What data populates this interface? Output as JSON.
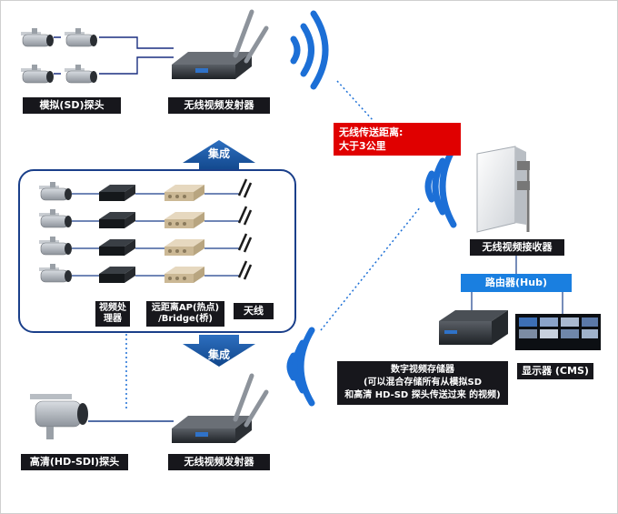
{
  "labels": {
    "analog_camera": "模拟(SD)探头",
    "transmitter_top": "无线视频发射器",
    "wireless_distance_line1": "无线传送距离:",
    "wireless_distance_line2": "大于3公里",
    "integration_top": "集成",
    "integration_bottom": "集成",
    "video_processor_line1": "视频处",
    "video_processor_line2": "理器",
    "long_range_ap_line1": "远距离AP(热点)",
    "long_range_ap_line2": "/Bridge(桥)",
    "antenna": "天线",
    "receiver": "无线视频接收器",
    "router": "路由器(Hub)",
    "storage_line1": "数字视频存储器",
    "storage_line2": "(可以混合存储所有从模拟SD",
    "storage_line3": "和高清 HD-SD 探头传送过来 的视频)",
    "display": "显示器 (CMS)",
    "hd_camera": "高清(HD-SDI)探头",
    "transmitter_bottom": "无线视频发射器"
  },
  "colors": {
    "label_bg": "#17171c",
    "accent_blue": "#1a5fb4",
    "wifi_blue": "#1c6fd6",
    "router_blue": "#1a7fe0",
    "alert_red": "#e00000"
  }
}
